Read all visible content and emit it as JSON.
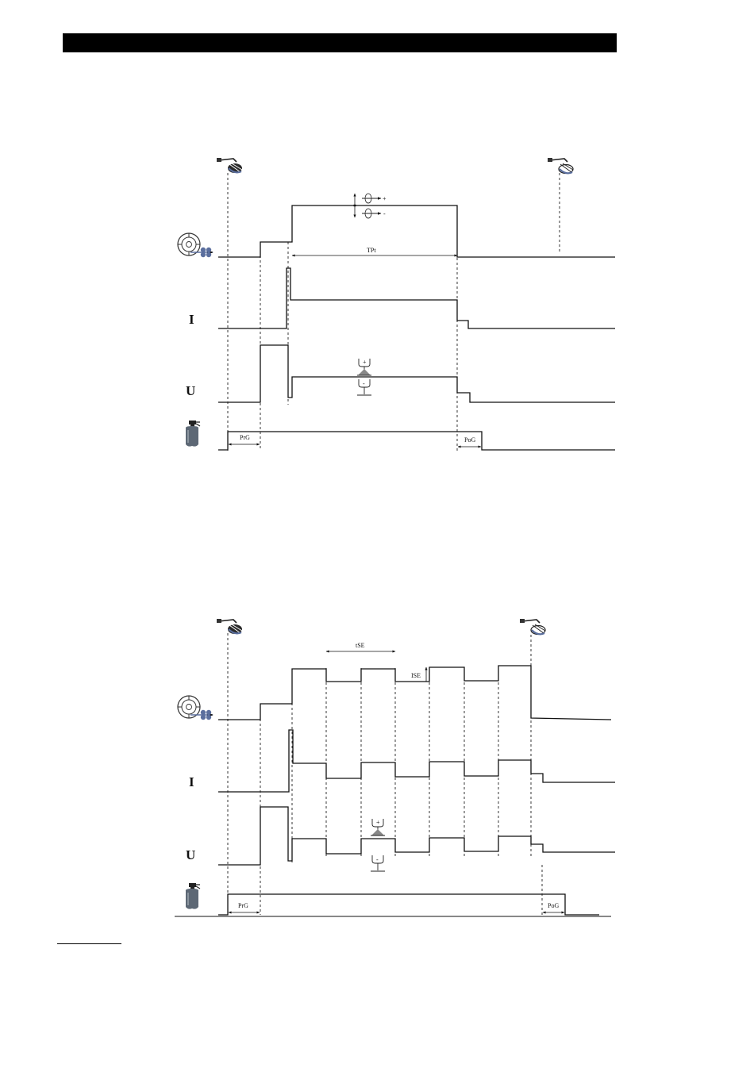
{
  "colors": {
    "ink": "#111111",
    "icon_blue": "#5b6f9e",
    "header": "#000000"
  },
  "icons": {
    "torch_press": "welding-torch-trigger-pressed-icon",
    "torch_release": "welding-torch-trigger-released-icon",
    "wire_feed": "wire-feed-spool-icon",
    "gas": "gas-cylinder-icon",
    "wire_speed": "wire-speed-adjust-icon",
    "arc_voltage": "arc-voltage-adjust-icon"
  },
  "diagram_top": {
    "signals": {
      "current": "I",
      "voltage": "U"
    },
    "labels": {
      "tpt": "TPt",
      "prg": "PrG",
      "pog": "PoG",
      "plus": "+",
      "minus": "-"
    }
  },
  "diagram_bottom": {
    "signals": {
      "current": "I",
      "voltage": "U"
    },
    "labels": {
      "tse": "tSE",
      "ise": "ISE",
      "prg": "PrG",
      "pog": "PoG",
      "plus": "+",
      "minus": "-"
    }
  }
}
